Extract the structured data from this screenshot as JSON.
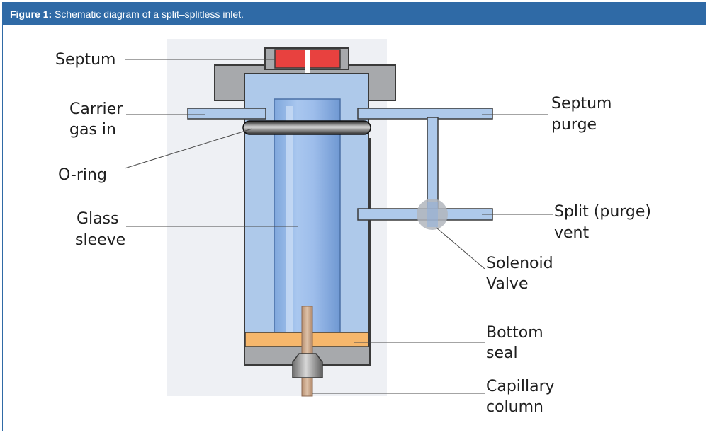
{
  "caption": {
    "figure_label": "Figure 1:",
    "text": "Schematic diagram of a split–splitless inlet."
  },
  "labels": {
    "septum": "Septum",
    "carrier_line1": "Carrier",
    "carrier_line2": "gas in",
    "oring": "O-ring",
    "glass_line1": "Glass",
    "glass_line2": "sleeve",
    "septum_purge_line1": "Septum",
    "septum_purge_line2": "purge",
    "split_line1": "Split (purge)",
    "split_line2": "vent",
    "solenoid_line1": "Solenoid",
    "solenoid_line2": "Valve",
    "bottom_line1": "Bottom",
    "bottom_line2": "seal",
    "capillary_line1": "Capillary",
    "capillary_line2": "column"
  },
  "colors": {
    "header": "#2f6aa6",
    "body_gray": "#a7a9ac",
    "inner_blue": "#aec9ea",
    "sleeve_blue": "#8fb4e6",
    "septum_red": "#e8413f",
    "seal_orange": "#f6b76c",
    "column_tan": "#c9a386",
    "valve_gray": "#b2b6bd"
  }
}
